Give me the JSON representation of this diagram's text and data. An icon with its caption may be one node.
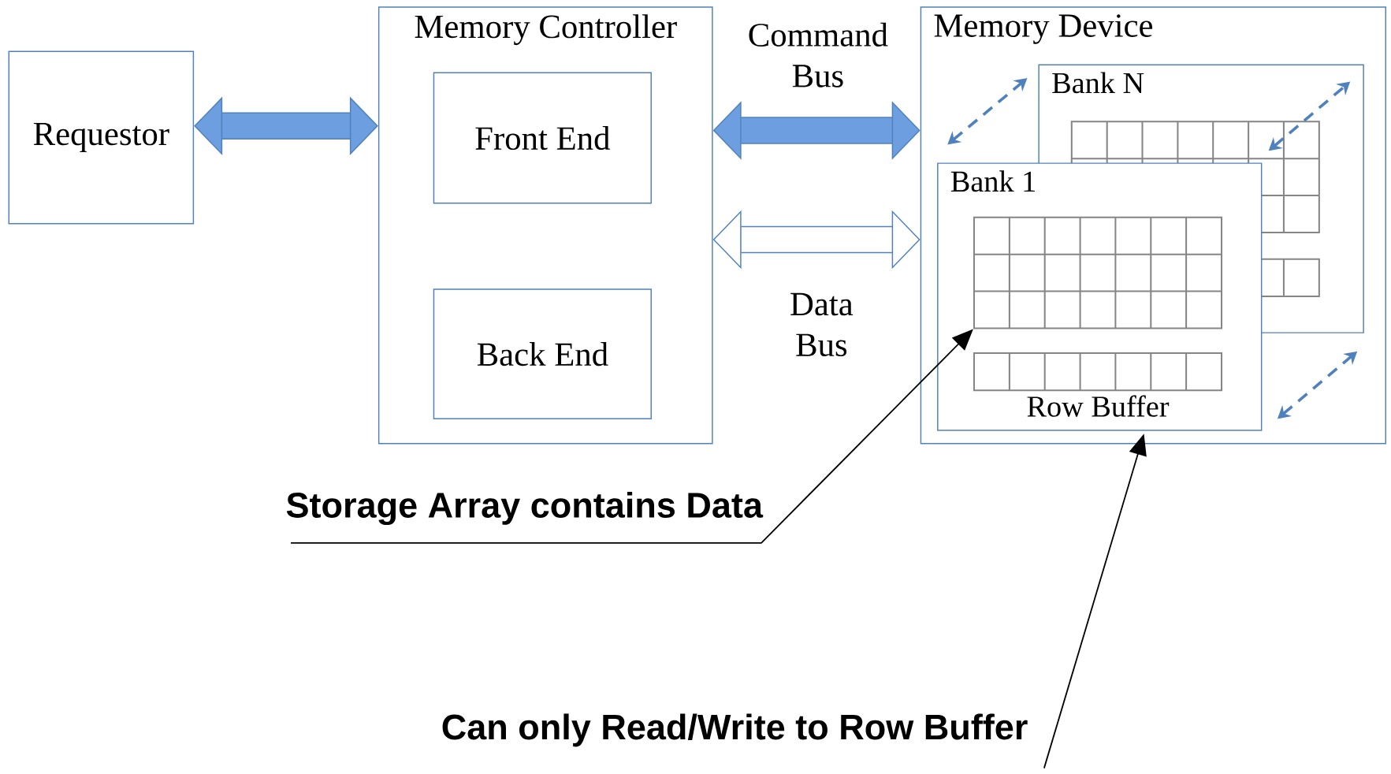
{
  "diagram": {
    "nodes": [
      {
        "text": [
          "Requestor"
        ]
      },
      {
        "text": [
          "Memory Controller"
        ]
      },
      {
        "text": [
          "Front End"
        ],
        "in": 1
      },
      {
        "text": [
          "Back End"
        ],
        "in": 1
      },
      {
        "text": [
          "Memory Device"
        ]
      },
      {
        "text": [
          "Bank N"
        ],
        "in": 4
      },
      {
        "text": [
          "Bank 1"
        ],
        "in": 4
      },
      {
        "text": [],
        "shape": "grid",
        "in": 6
      },
      {
        "text": [],
        "shape": "grid",
        "in": 6,
        "beside": [
          "Row Buffer"
        ]
      },
      {
        "text": [
          "Storage Array contains Data"
        ]
      },
      {
        "text": [
          "Can only Read/Write to Row Buffer"
        ]
      }
    ],
    "edges": [
      {
        "from": 0,
        "to": 1,
        "arrow": "both"
      },
      {
        "from": 1,
        "to": 4,
        "arrow": "both",
        "label": "Command Bus"
      },
      {
        "from": 1,
        "to": 4,
        "arrow": "both",
        "label": "Data Bus"
      },
      {
        "from": 9,
        "to": 7,
        "arrow": "to",
        "color": "#000000"
      },
      {
        "from": 10,
        "to": 8,
        "arrow": "to",
        "color": "#000000"
      }
    ]
  }
}
